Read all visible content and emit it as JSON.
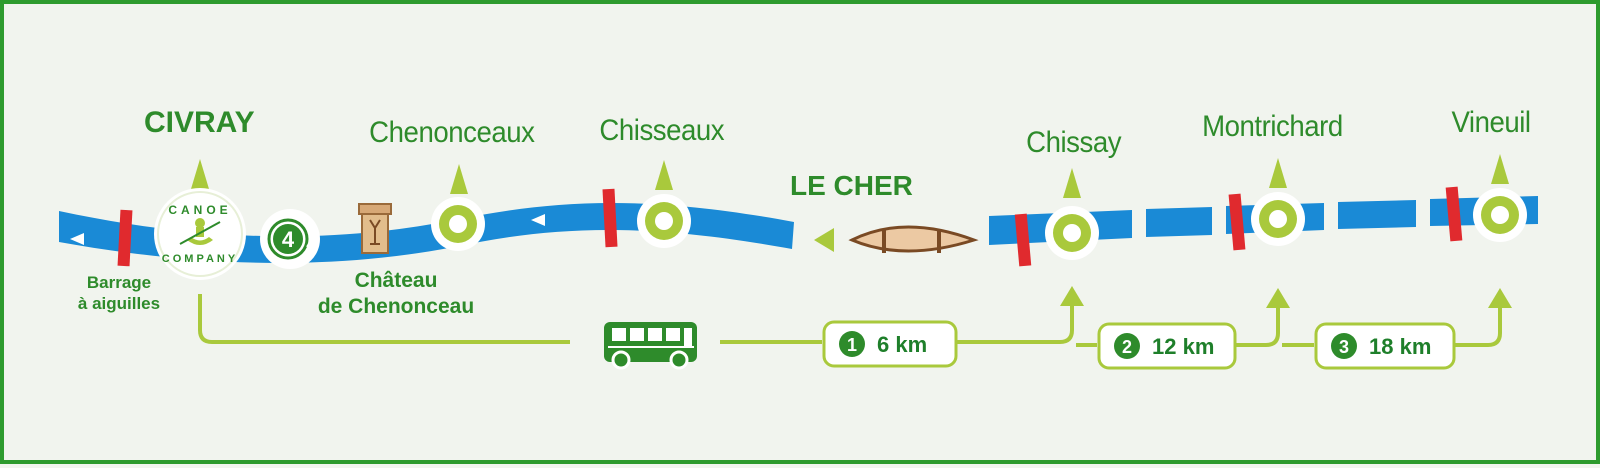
{
  "colors": {
    "green_dark": "#2e8b2b",
    "green_light": "#a9c93c",
    "river_blue": "#1a8ad6",
    "barrier_red": "#e02a2e",
    "border": "#2e9b2e"
  },
  "map": {
    "river_name": "LE CHER",
    "start": {
      "name": "CIVRAY",
      "logo_top": "CANOE",
      "logo_bottom": "COMPANY"
    },
    "towns": [
      "Chenonceaux",
      "Chisseaux",
      "Chissay",
      "Montrichard",
      "Vineuil"
    ],
    "barrage_label": [
      "Barrage",
      "à aiguilles"
    ],
    "chateau_label": [
      "Château",
      "de Chenonceau"
    ],
    "circuit_4_number": "4",
    "routes": [
      {
        "number": "1",
        "distance": "6 km"
      },
      {
        "number": "2",
        "distance": "12 km"
      },
      {
        "number": "3",
        "distance": "18 km"
      }
    ],
    "icons": [
      "bus-icon",
      "canoe-icon",
      "chateau-icon",
      "flow-arrow-icon"
    ]
  }
}
